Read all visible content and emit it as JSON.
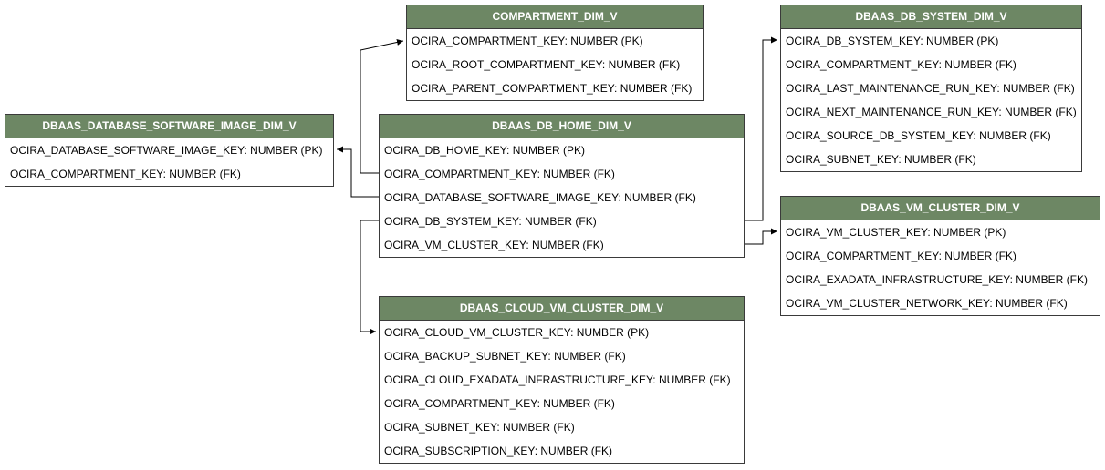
{
  "entities": {
    "compartment": {
      "title": "COMPARTMENT_DIM_V",
      "fields": [
        "OCIRA_COMPARTMENT_KEY: NUMBER (PK)",
        "OCIRA_ROOT_COMPARTMENT_KEY: NUMBER (FK)",
        "OCIRA_PARENT_COMPARTMENT_KEY: NUMBER (FK)"
      ]
    },
    "db_system": {
      "title": "DBAAS_DB_SYSTEM_DIM_V",
      "fields": [
        "OCIRA_DB_SYSTEM_KEY: NUMBER (PK)",
        "OCIRA_COMPARTMENT_KEY: NUMBER (FK)",
        "OCIRA_LAST_MAINTENANCE_RUN_KEY: NUMBER (FK)",
        "OCIRA_NEXT_MAINTENANCE_RUN_KEY: NUMBER (FK)",
        "OCIRA_SOURCE_DB_SYSTEM_KEY: NUMBER (FK)",
        "OCIRA_SUBNET_KEY: NUMBER (FK)"
      ]
    },
    "db_software_image": {
      "title": "DBAAS_DATABASE_SOFTWARE_IMAGE_DIM_V",
      "fields": [
        "OCIRA_DATABASE_SOFTWARE_IMAGE_KEY: NUMBER (PK)",
        "OCIRA_COMPARTMENT_KEY: NUMBER (FK)"
      ]
    },
    "db_home": {
      "title": "DBAAS_DB_HOME_DIM_V",
      "fields": [
        "OCIRA_DB_HOME_KEY: NUMBER (PK)",
        "OCIRA_COMPARTMENT_KEY: NUMBER (FK)",
        "OCIRA_DATABASE_SOFTWARE_IMAGE_KEY: NUMBER (FK)",
        "OCIRA_DB_SYSTEM_KEY: NUMBER (FK)",
        "OCIRA_VM_CLUSTER_KEY: NUMBER (FK)"
      ]
    },
    "vm_cluster": {
      "title": "DBAAS_VM_CLUSTER_DIM_V",
      "fields": [
        "OCIRA_VM_CLUSTER_KEY: NUMBER (PK)",
        "OCIRA_COMPARTMENT_KEY: NUMBER (FK)",
        "OCIRA_EXADATA_INFRASTRUCTURE_KEY: NUMBER (FK)",
        "OCIRA_VM_CLUSTER_NETWORK_KEY: NUMBER (FK)"
      ]
    },
    "cloud_vm_cluster": {
      "title": "DBAAS_CLOUD_VM_CLUSTER_DIM_V",
      "fields": [
        "OCIRA_CLOUD_VM_CLUSTER_KEY: NUMBER (PK)",
        "OCIRA_BACKUP_SUBNET_KEY: NUMBER (FK)",
        "OCIRA_CLOUD_EXADATA_INFRASTRUCTURE_KEY: NUMBER (FK)",
        "OCIRA_COMPARTMENT_KEY: NUMBER (FK)",
        "OCIRA_SUBNET_KEY: NUMBER (FK)",
        "OCIRA_SUBSCRIPTION_KEY: NUMBER (FK)"
      ]
    }
  },
  "colors": {
    "header_bg": "#6d8764",
    "header_text": "#ffffff",
    "border": "#3a3a3a",
    "connector": "#000000"
  }
}
